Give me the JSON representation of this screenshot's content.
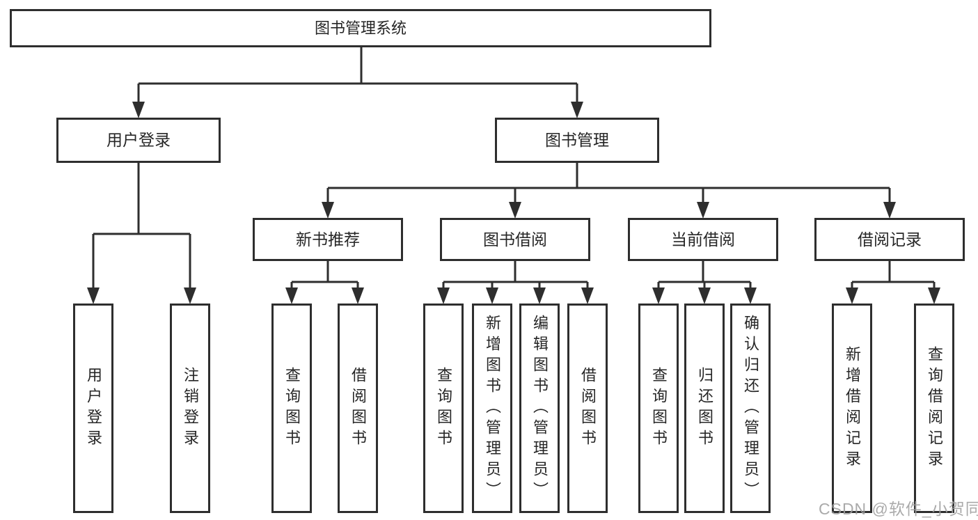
{
  "diagram": {
    "type": "org-tree",
    "colors": {
      "line": "#2e2e2e",
      "box_fill": "#ffffff",
      "text": "#262626",
      "watermark": "#9e9e9e"
    },
    "root": {
      "label": "图书管理系统"
    },
    "branches": [
      {
        "label": "用户登录",
        "children": [
          {
            "label": "用户登录"
          },
          {
            "label": "注销登录"
          }
        ]
      },
      {
        "label": "图书管理",
        "children": [
          {
            "label": "新书推荐",
            "children": [
              {
                "label": "查询图书"
              },
              {
                "label": "借阅图书"
              }
            ]
          },
          {
            "label": "图书借阅",
            "children": [
              {
                "label": "查询图书"
              },
              {
                "label": "新增图书（管理员）"
              },
              {
                "label": "编辑图书（管理员）"
              },
              {
                "label": "借阅图书"
              }
            ]
          },
          {
            "label": "当前借阅",
            "children": [
              {
                "label": "查询图书"
              },
              {
                "label": "归还图书"
              },
              {
                "label": "确认归还（管理员）"
              }
            ]
          },
          {
            "label": "借阅记录",
            "children": [
              {
                "label": "新增借阅记录"
              },
              {
                "label": "查询借阅记录"
              }
            ]
          }
        ]
      }
    ],
    "watermark": "CSDN @软件_小贺同学"
  }
}
